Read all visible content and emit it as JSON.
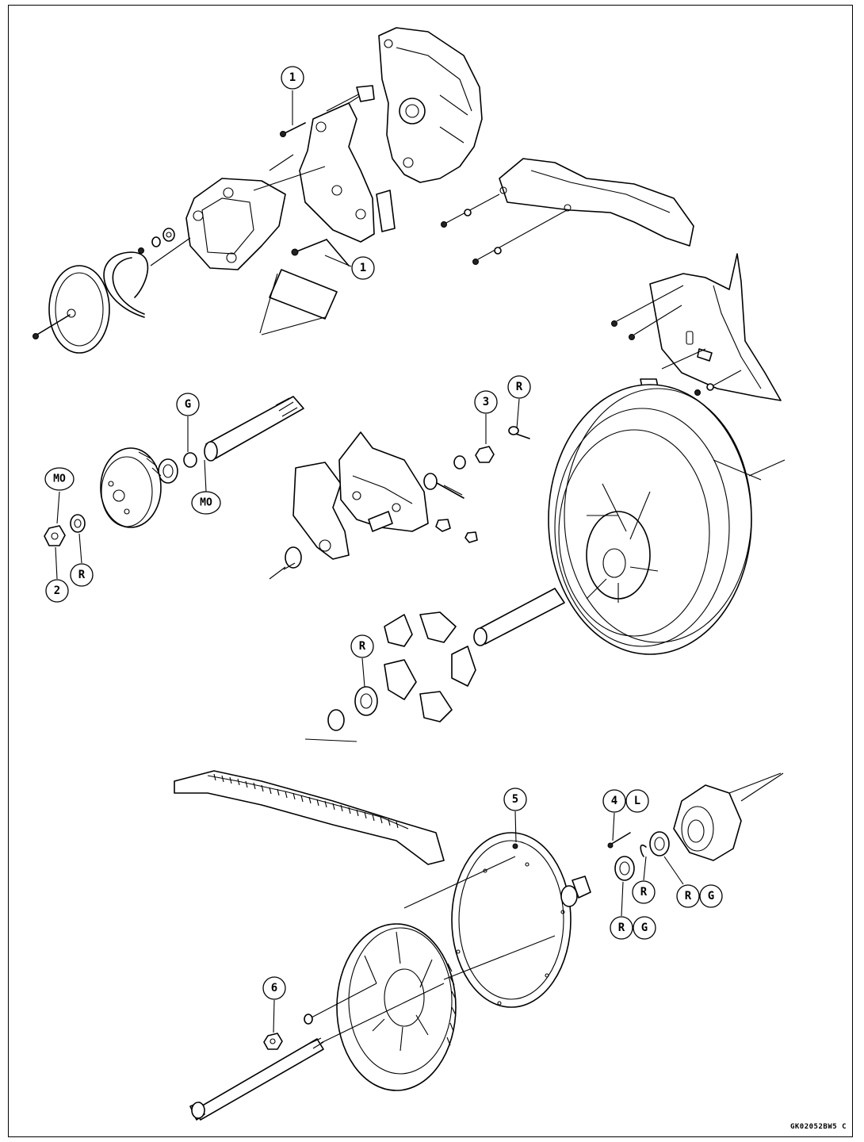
{
  "labels": {
    "c1a": "1",
    "c1b": "1",
    "g1": "G",
    "mo1": "MO",
    "mo2": "MO",
    "r1": "R",
    "c2": "2",
    "c3": "3",
    "r2": "R",
    "r3": "R",
    "c5": "5",
    "c4": "4",
    "l1": "L",
    "r4": "R",
    "r5": "R",
    "g2": "G",
    "r6": "R",
    "g3": "G",
    "c6": "6"
  },
  "figure_code": "GK02052BW5 C"
}
